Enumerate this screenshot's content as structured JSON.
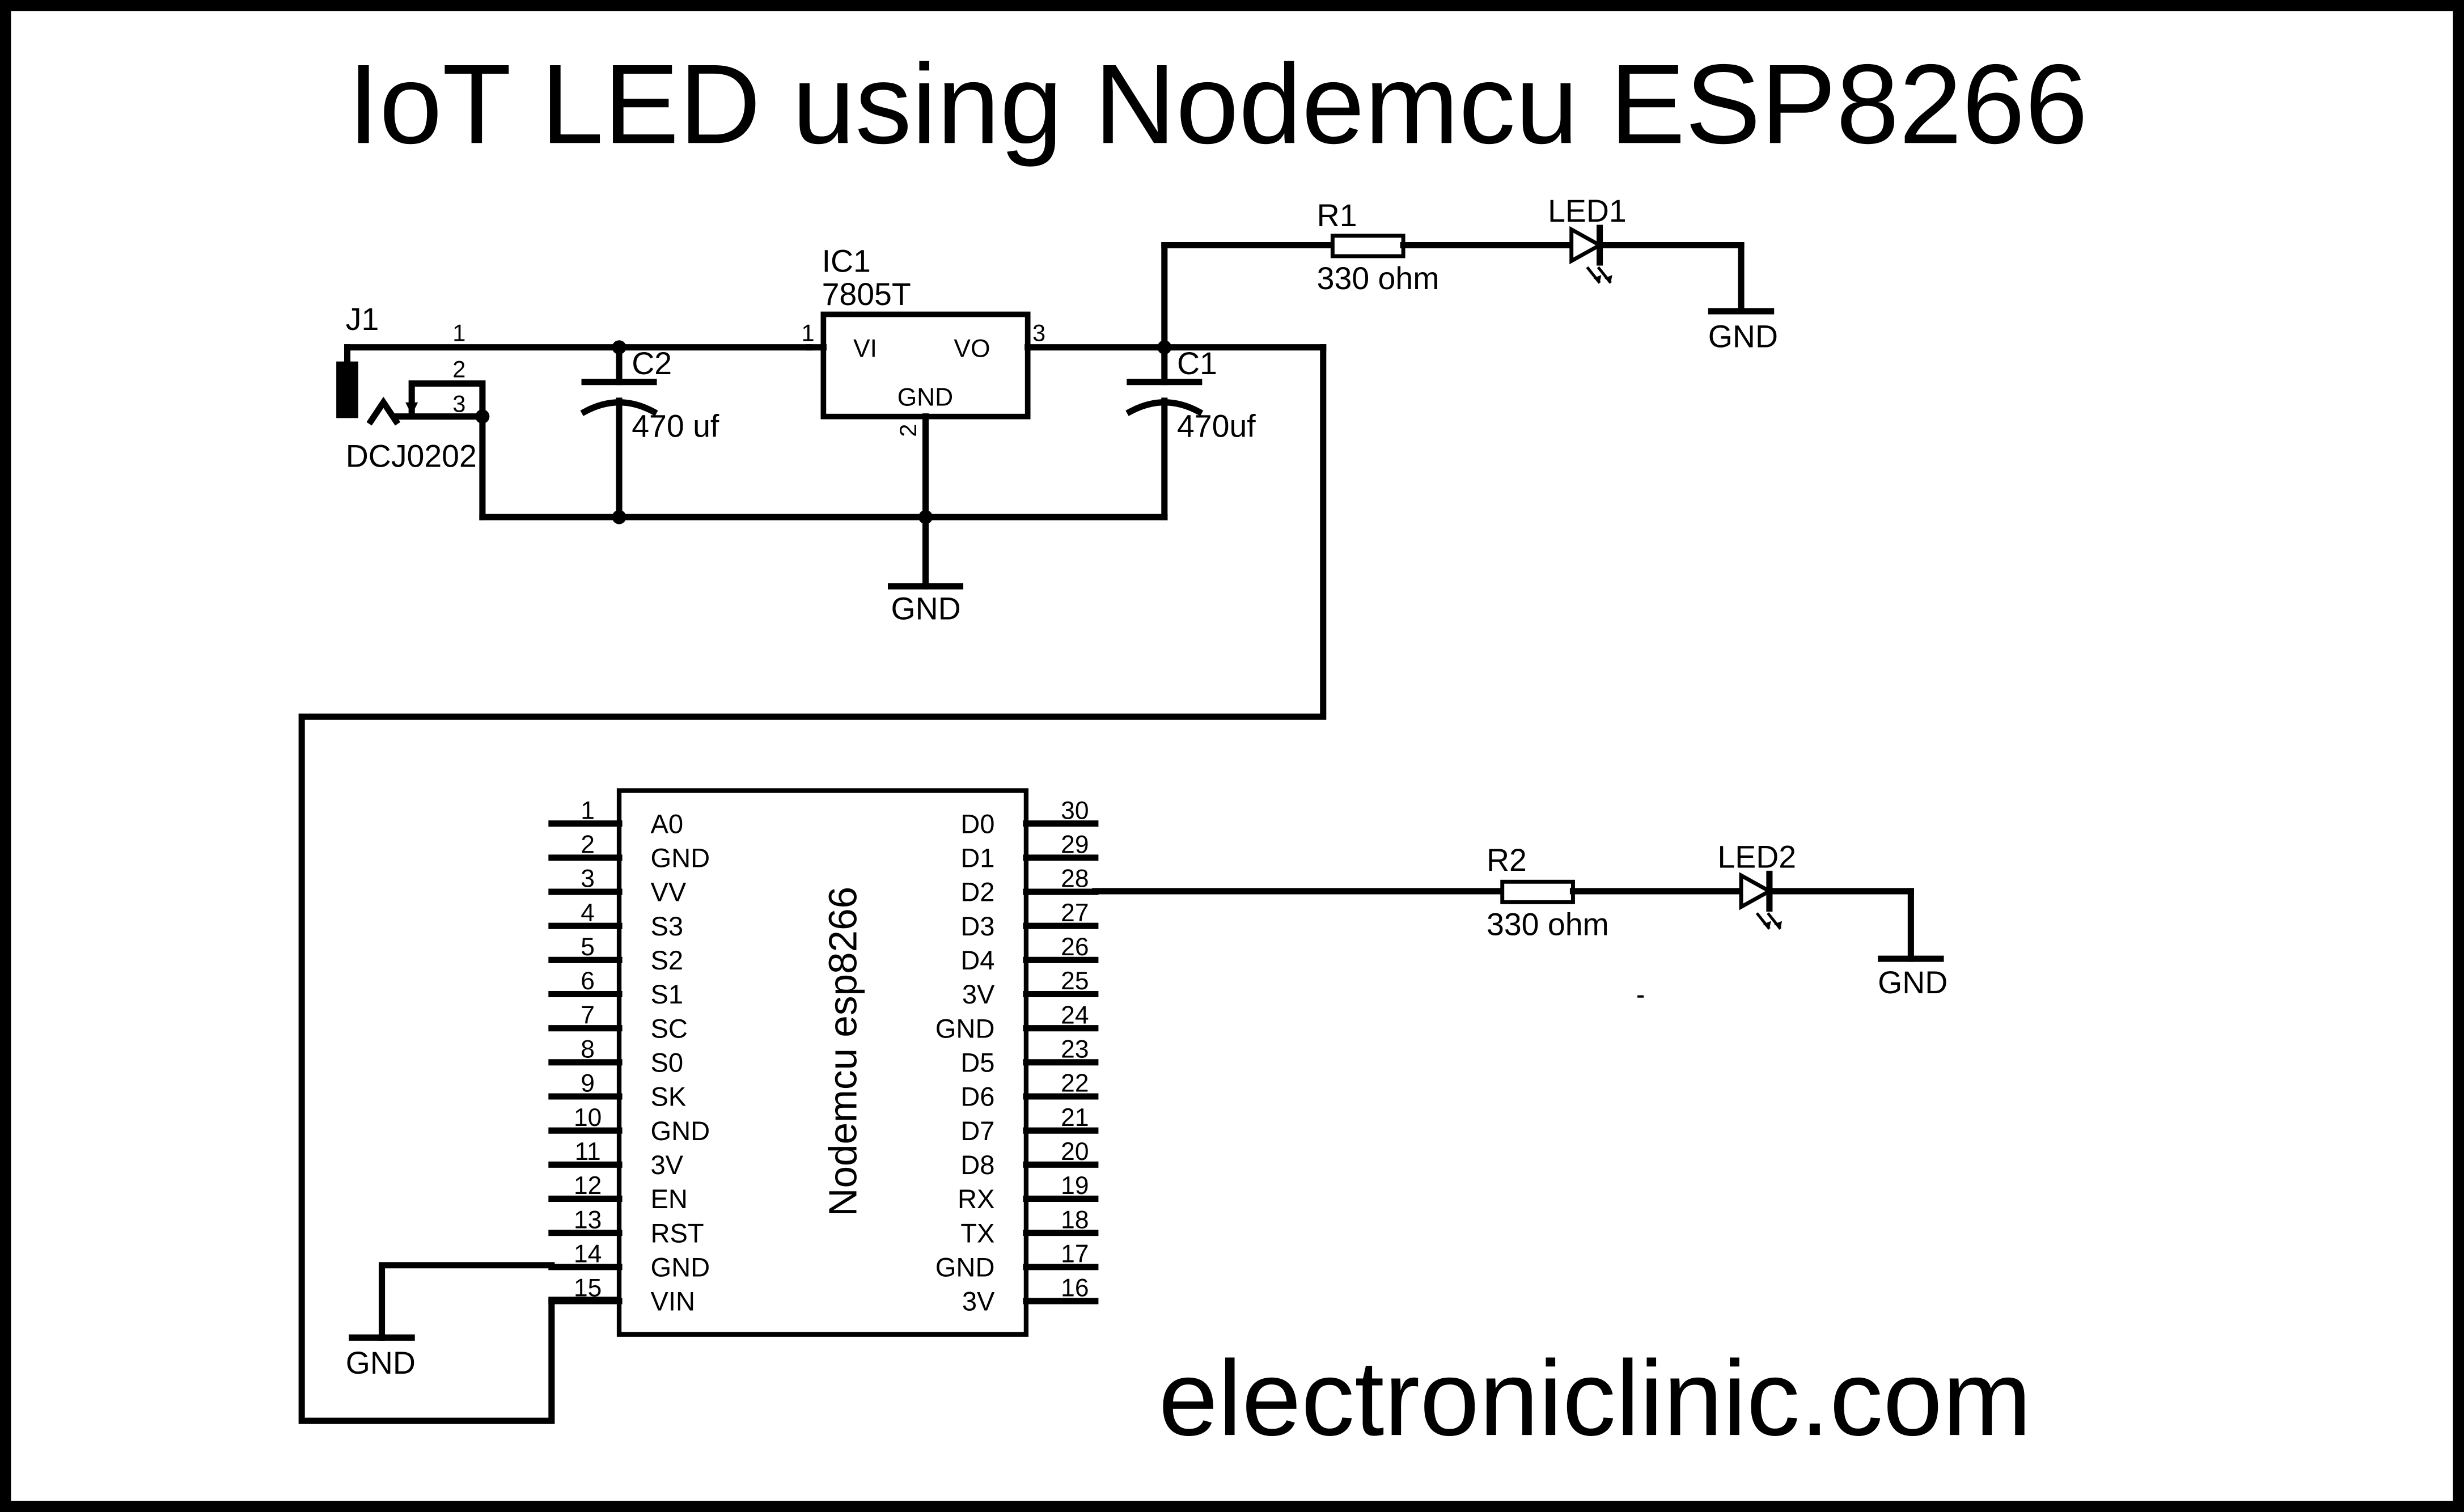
{
  "title": "IoT LED using Nodemcu ESP8266",
  "website": "electroniclinic.com",
  "gnd_label": "GND",
  "j1": {
    "ref": "J1",
    "part": "DCJ0202",
    "pins": [
      "1",
      "2",
      "3"
    ]
  },
  "c2": {
    "ref": "C2",
    "value": "470 uf"
  },
  "ic1": {
    "ref": "IC1",
    "part": "7805T",
    "vi": "VI",
    "vo": "VO",
    "gnd": "GND",
    "pin_vi": "1",
    "pin_vo": "3",
    "pin_gnd": "2"
  },
  "c1": {
    "ref": "C1",
    "value": "470uf"
  },
  "r1": {
    "ref": "R1",
    "value": "330 ohm"
  },
  "led1": {
    "ref": "LED1"
  },
  "r2": {
    "ref": "R2",
    "value": "330 ohm"
  },
  "led2": {
    "ref": "LED2"
  },
  "nodemcu": {
    "name": "Nodemcu esp8266",
    "left_pins": [
      {
        "num": "1",
        "label": "A0"
      },
      {
        "num": "2",
        "label": "GND"
      },
      {
        "num": "3",
        "label": "VV"
      },
      {
        "num": "4",
        "label": "S3"
      },
      {
        "num": "5",
        "label": "S2"
      },
      {
        "num": "6",
        "label": "S1"
      },
      {
        "num": "7",
        "label": "SC"
      },
      {
        "num": "8",
        "label": "S0"
      },
      {
        "num": "9",
        "label": "SK"
      },
      {
        "num": "10",
        "label": "GND"
      },
      {
        "num": "11",
        "label": "3V"
      },
      {
        "num": "12",
        "label": "EN"
      },
      {
        "num": "13",
        "label": "RST"
      },
      {
        "num": "14",
        "label": "GND"
      },
      {
        "num": "15",
        "label": "VIN"
      }
    ],
    "right_pins": [
      {
        "num": "30",
        "label": "D0"
      },
      {
        "num": "29",
        "label": "D1"
      },
      {
        "num": "28",
        "label": "D2"
      },
      {
        "num": "27",
        "label": "D3"
      },
      {
        "num": "26",
        "label": "D4"
      },
      {
        "num": "25",
        "label": "3V"
      },
      {
        "num": "24",
        "label": "GND"
      },
      {
        "num": "23",
        "label": "D5"
      },
      {
        "num": "22",
        "label": "D6"
      },
      {
        "num": "21",
        "label": "D7"
      },
      {
        "num": "20",
        "label": "D8"
      },
      {
        "num": "19",
        "label": "RX"
      },
      {
        "num": "18",
        "label": "TX"
      },
      {
        "num": "17",
        "label": "GND"
      },
      {
        "num": "16",
        "label": "3V"
      }
    ]
  }
}
